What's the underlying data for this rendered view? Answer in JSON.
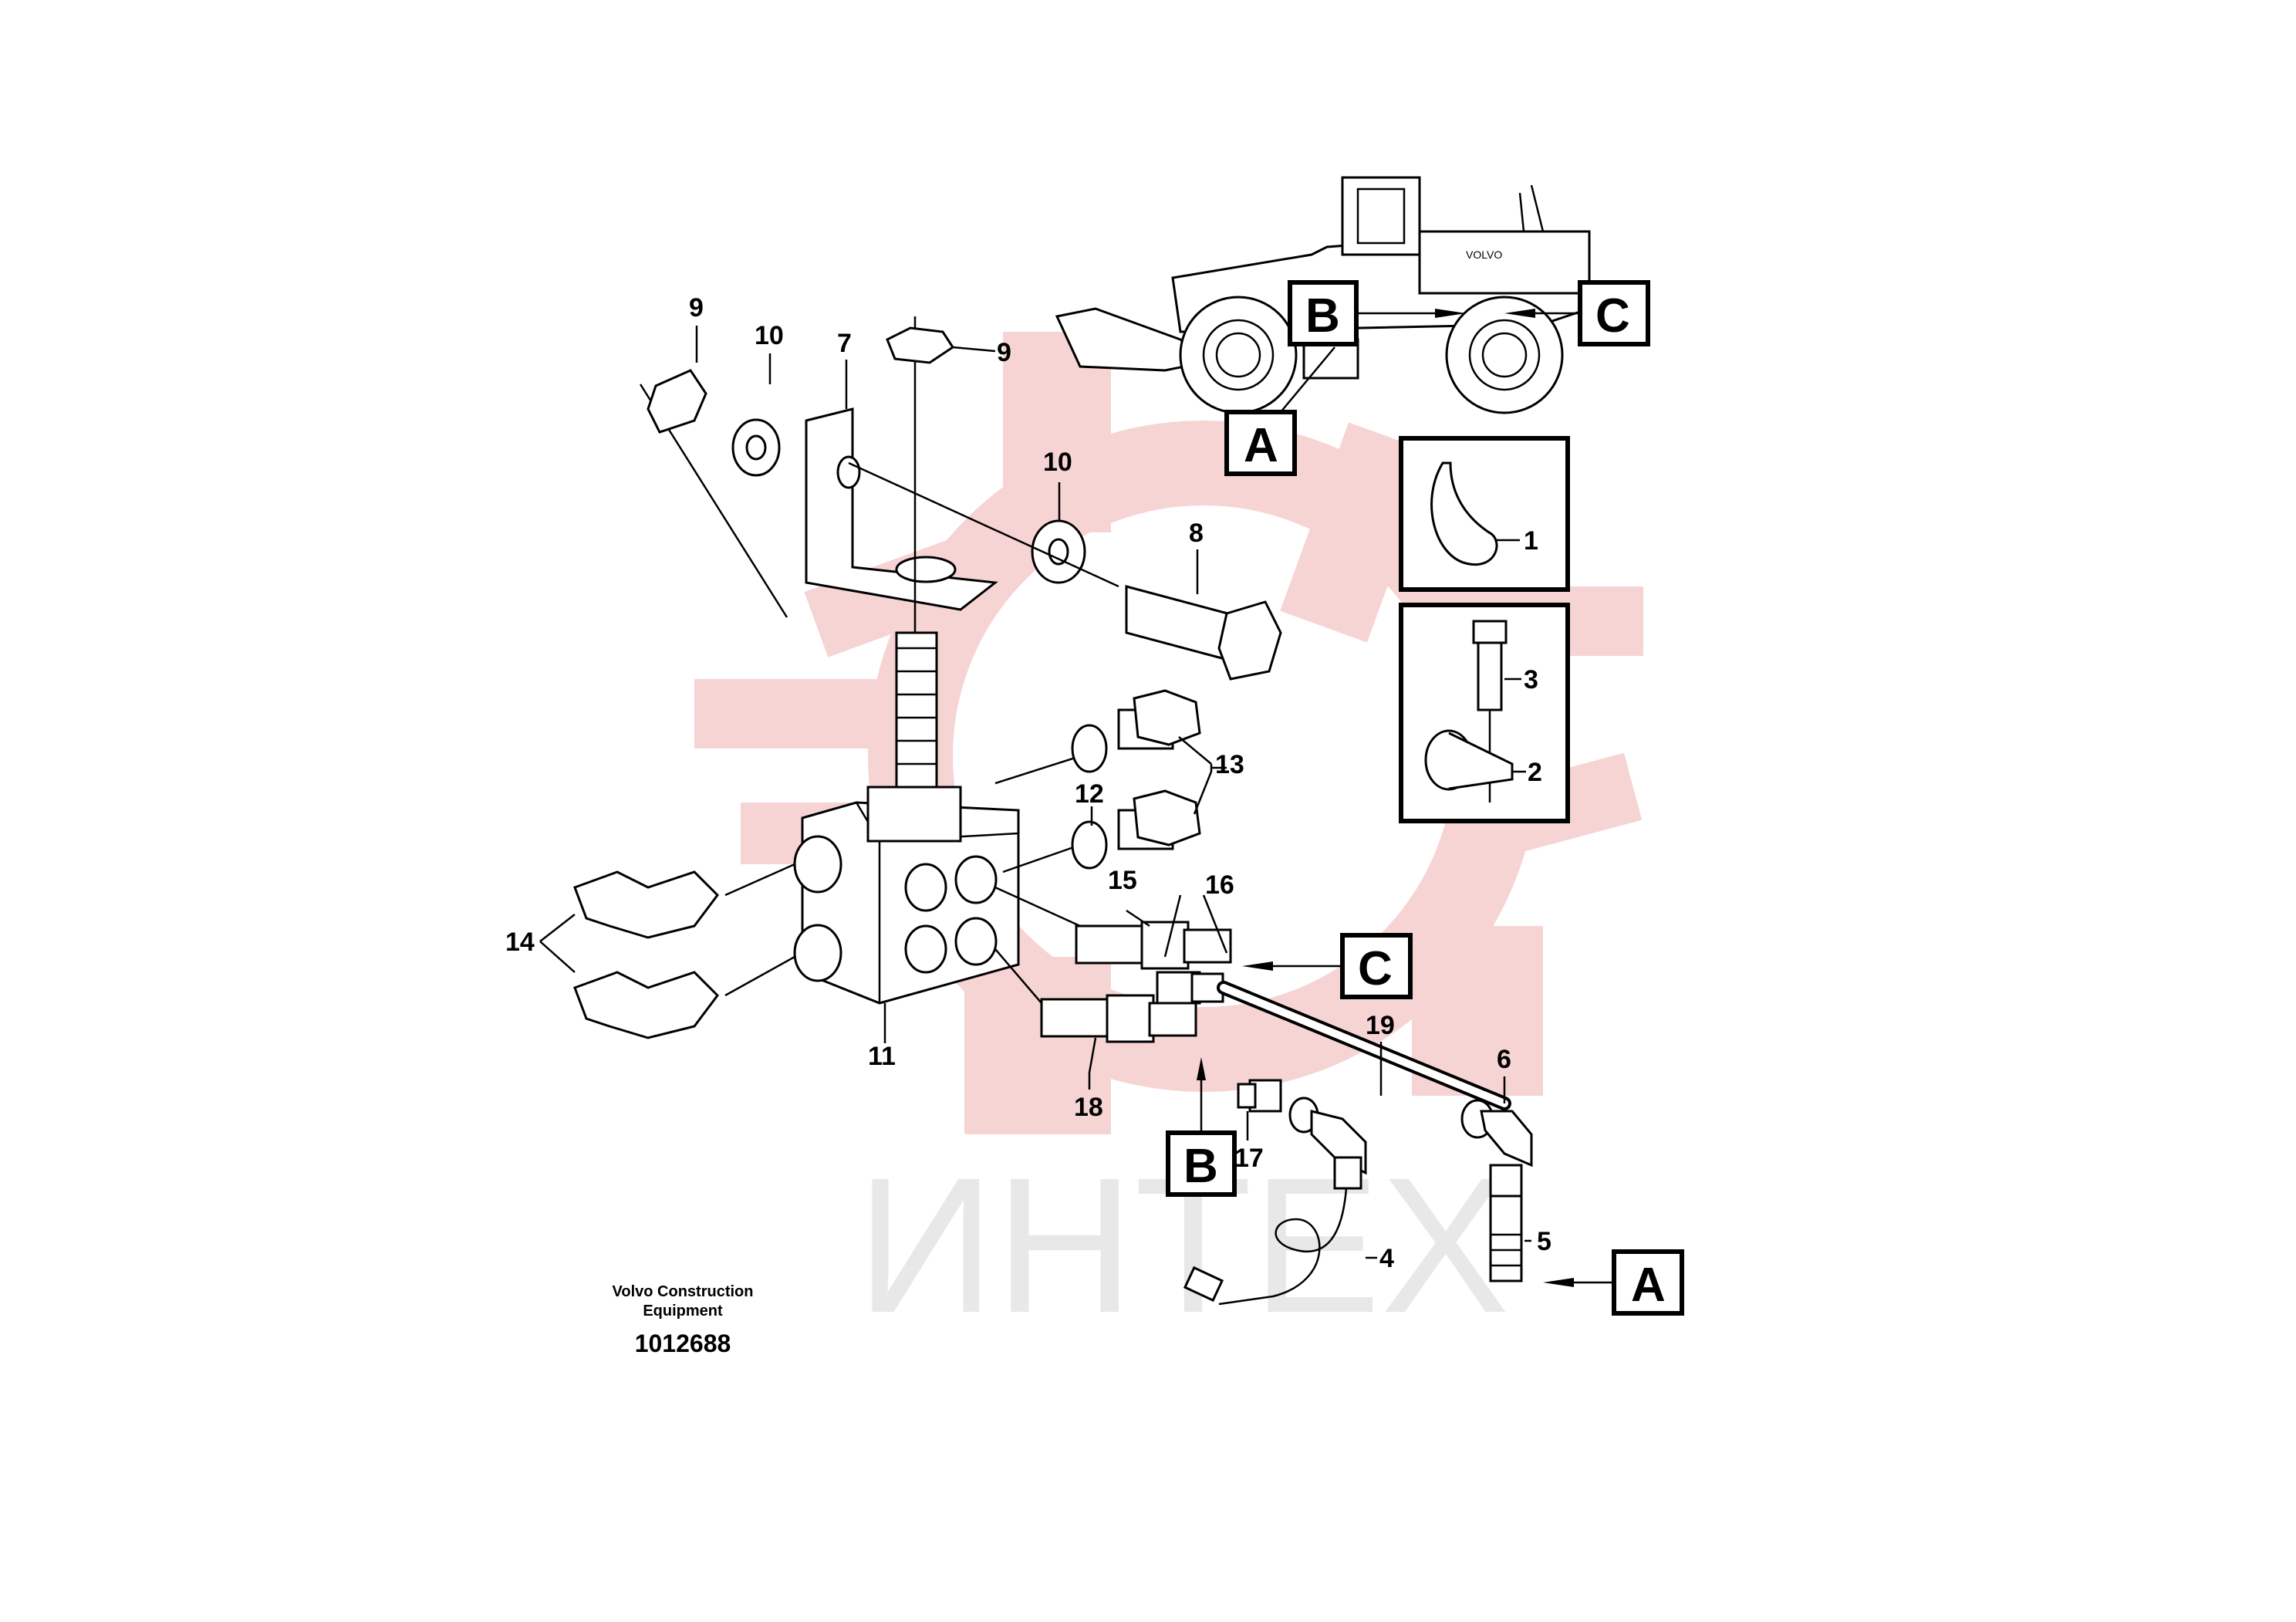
{
  "callouts": {
    "c1": "1",
    "c2": "2",
    "c3": "3",
    "c4": "4",
    "c5": "5",
    "c6": "6",
    "c7": "7",
    "c8": "8",
    "c9a": "9",
    "c9b": "9",
    "c10a": "10",
    "c10b": "10",
    "c11": "11",
    "c12": "12",
    "c13": "13",
    "c14": "14",
    "c15": "15",
    "c16": "16",
    "c17": "17",
    "c18": "18",
    "c19": "19"
  },
  "view_refs": {
    "loader_a": "A",
    "loader_b": "B",
    "loader_c": "C",
    "detail_a": "A",
    "detail_b": "B",
    "detail_c": "C"
  },
  "footer": {
    "caption_line1": "Volvo Construction",
    "caption_line2": "Equipment",
    "drawing_number": "1012688"
  },
  "watermark": {
    "text": "ИНТЕХ",
    "color": "#f2c6c6"
  },
  "machine_logo": "VOLVO",
  "colors": {
    "ink": "#000000",
    "watermark_red": "#f2c6c6",
    "watermark_grey": "#e6e6e6"
  }
}
